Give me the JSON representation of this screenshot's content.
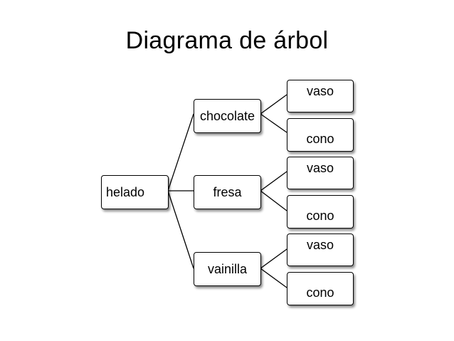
{
  "title": "Diagrama de árbol",
  "nodes": {
    "root": "helado",
    "chocolate": "chocolate",
    "fresa": "fresa",
    "vainilla": "vainilla",
    "choc_vaso": "vaso",
    "choc_cono": "cono",
    "fresa_vaso": "vaso",
    "fresa_cono": "cono",
    "vain_vaso": "vaso",
    "vain_cono": "cono"
  }
}
